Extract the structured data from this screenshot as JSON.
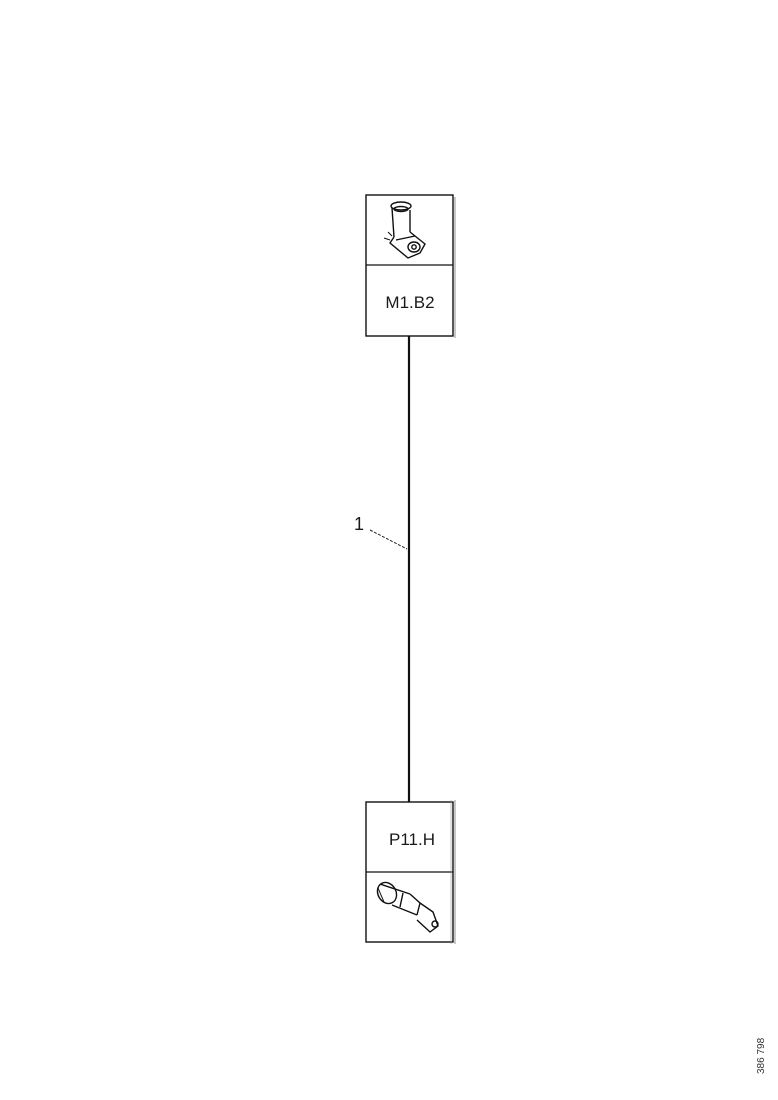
{
  "top_connector": {
    "label": "M1.B2",
    "icon": "elbow-connector-icon"
  },
  "bottom_connector": {
    "label": "P11.H",
    "icon": "straight-connector-icon"
  },
  "wire": {
    "callout": "1"
  },
  "reference_number": "386 798"
}
